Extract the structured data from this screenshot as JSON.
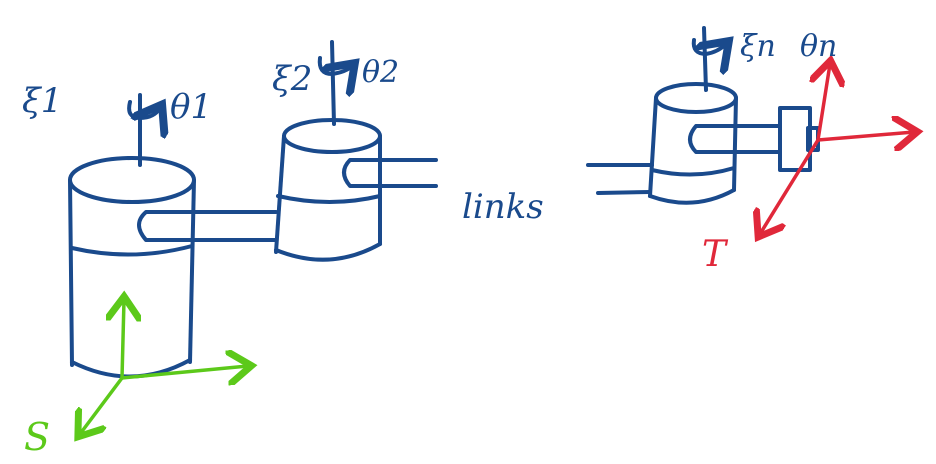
{
  "labels": {
    "xi1": "ξ1",
    "theta1": "θ1",
    "xi2": "ξ2",
    "theta2": "θ2",
    "links": "links",
    "xin": "ξn",
    "thetan": "θn",
    "tool_frame": "T",
    "spatial_frame": "S"
  },
  "colors": {
    "robot": "#1a4a8c",
    "tool_frame": "#e0283a",
    "spatial_frame": "#5cc91a"
  }
}
